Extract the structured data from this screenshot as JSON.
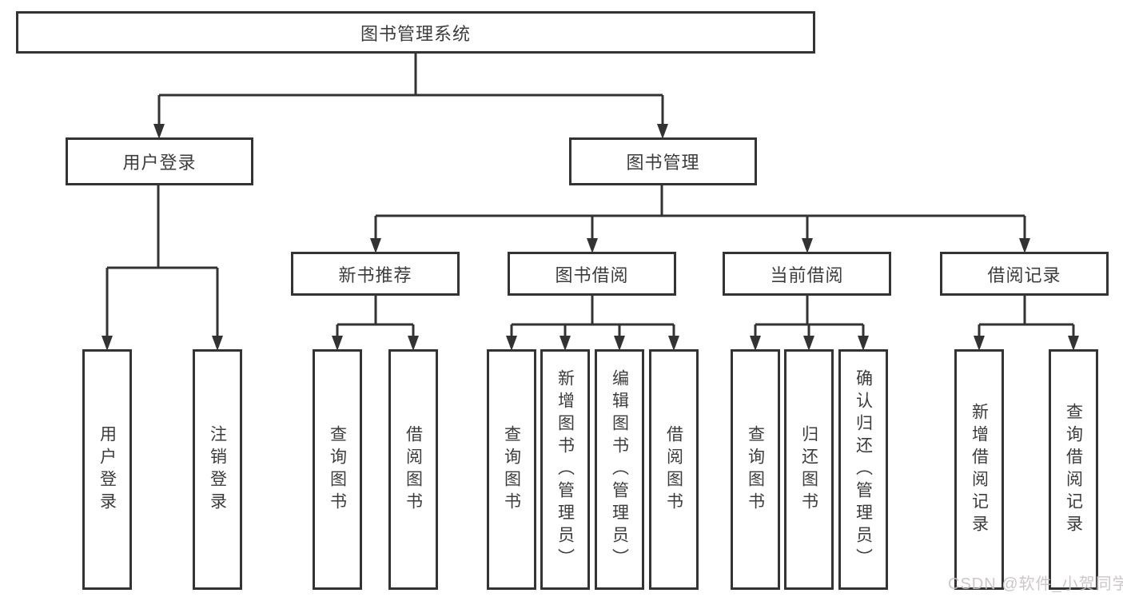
{
  "diagram": {
    "root": "图书管理系统",
    "branches": [
      {
        "label": "用户登录",
        "children": [
          "用户登录",
          "注销登录"
        ]
      },
      {
        "label": "图书管理",
        "sub": [
          {
            "label": "新书推荐",
            "children": [
              "查询图书",
              "借阅图书"
            ]
          },
          {
            "label": "图书借阅",
            "children": [
              "查询图书",
              "新增图书（管理员）",
              "编辑图书（管理员）",
              "借阅图书"
            ]
          },
          {
            "label": "当前借阅",
            "children": [
              "查询图书",
              "归还图书",
              "确认归还（管理员）"
            ]
          },
          {
            "label": "借阅记录",
            "children": [
              "新增借阅记录",
              "查询借阅记录"
            ]
          }
        ]
      }
    ]
  },
  "colors": {
    "line": "#333333",
    "text": "#3c3c3c",
    "watermark": "#c9c2c2"
  },
  "watermark": "CSDN @软件_小贺同学"
}
